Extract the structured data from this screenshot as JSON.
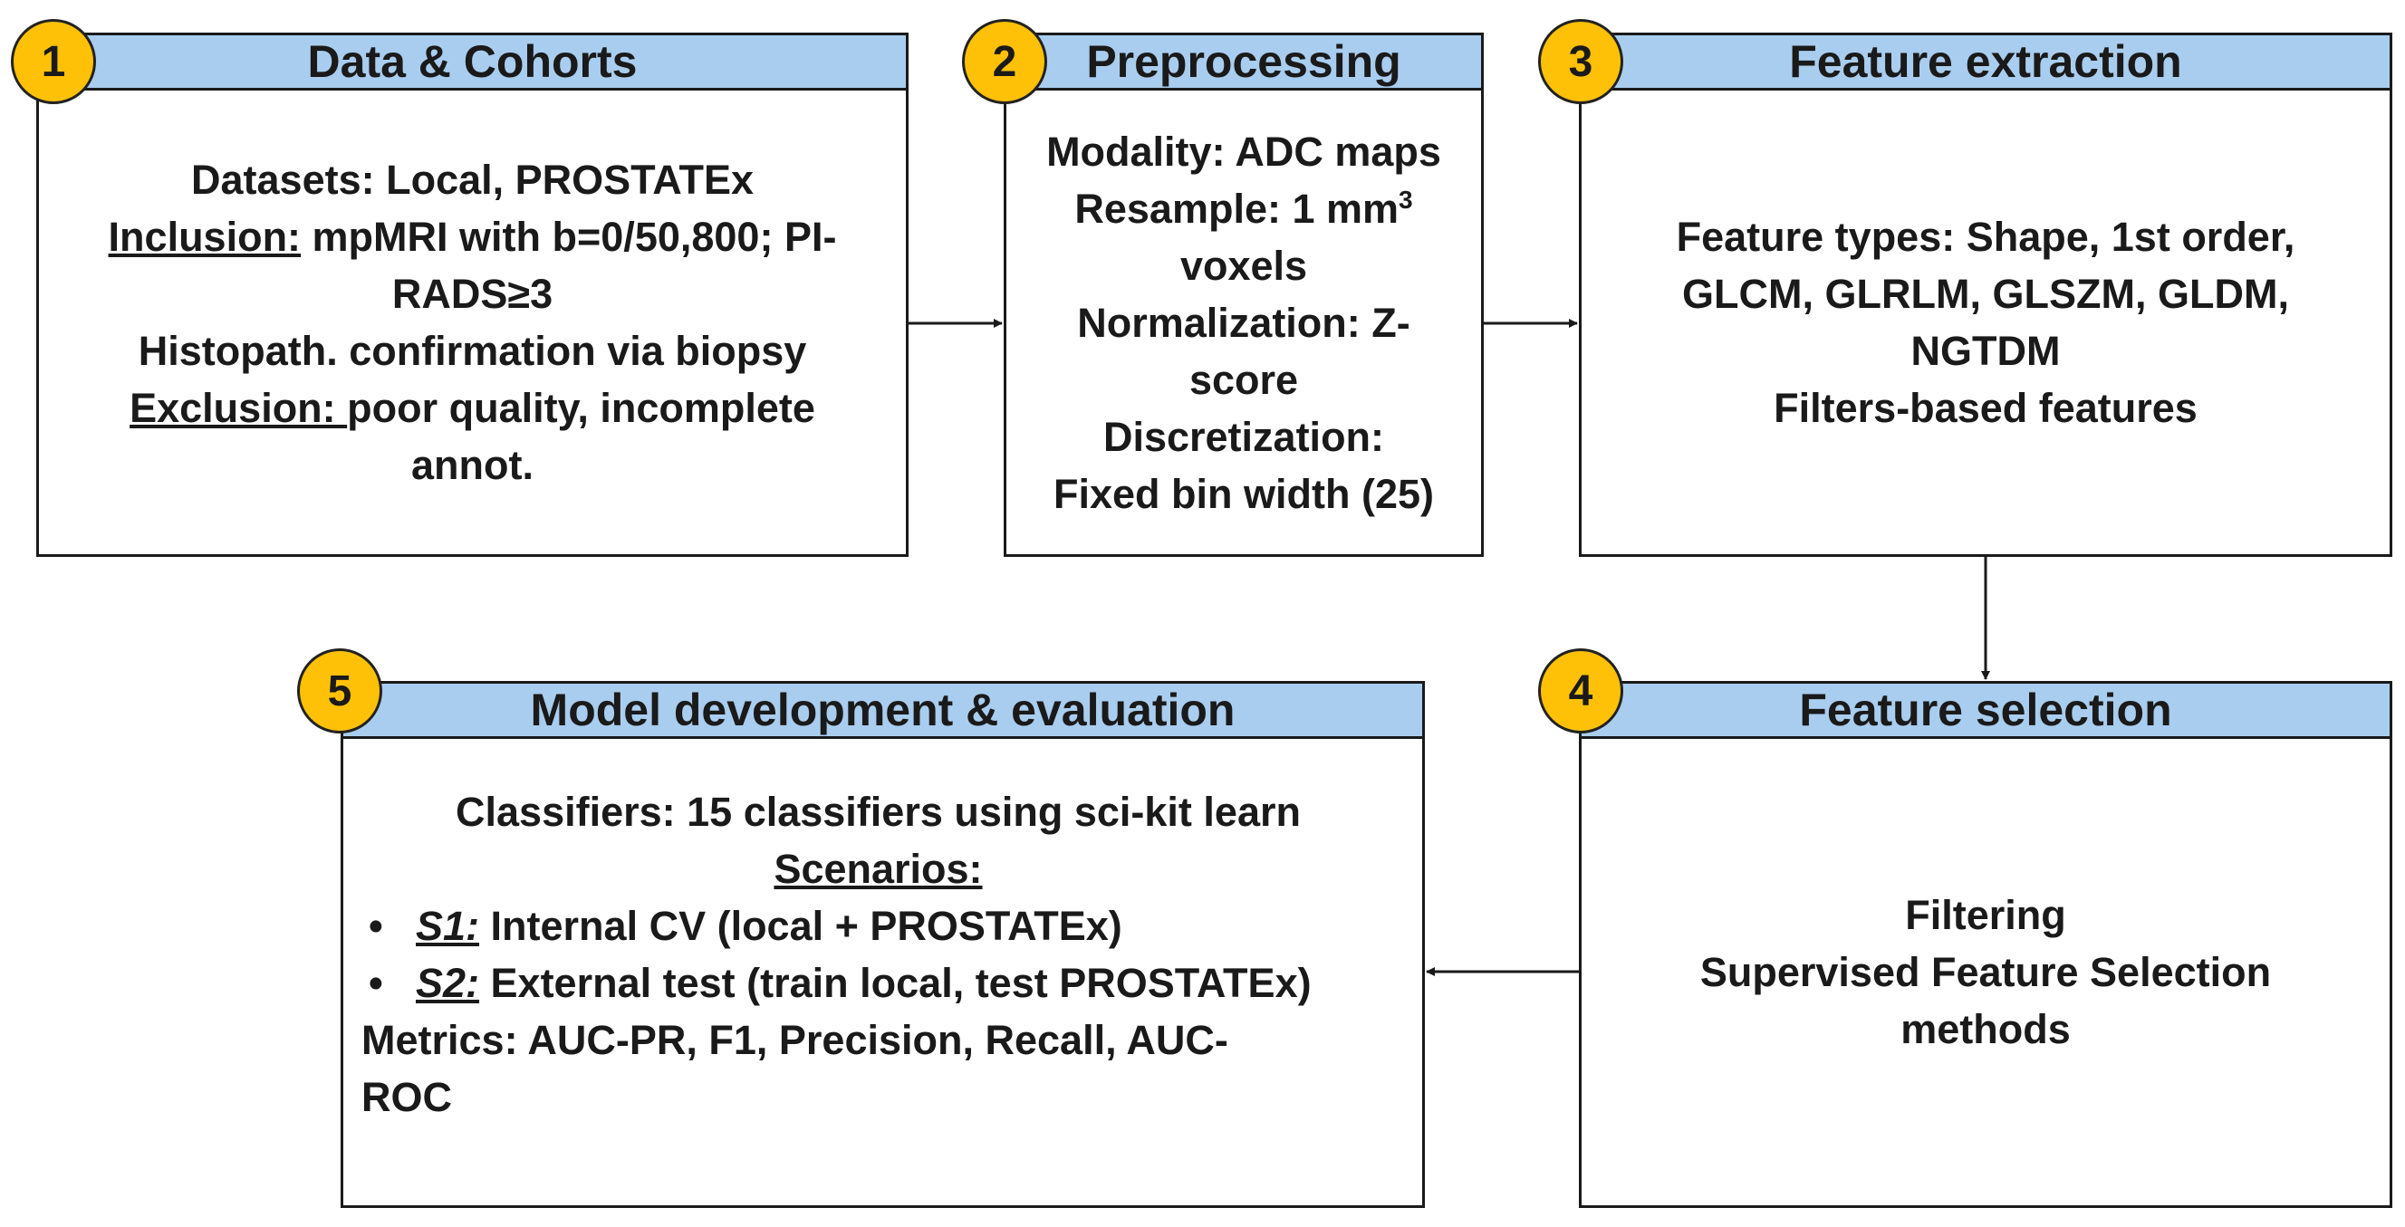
{
  "steps": [
    {
      "number": "1",
      "title": "Data & Cohorts",
      "lines": {
        "datasets": "Datasets: Local, PROSTATEx",
        "inclusion_label": "Inclusion:",
        "inclusion_a": " mpMRI with b=0/50,800; PI-",
        "inclusion_b": "RADS≥3",
        "histopath": "Histopath. confirmation via biopsy",
        "exclusion_label": "Exclusion: ",
        "exclusion_a": "poor quality, incomplete",
        "exclusion_b": "annot."
      }
    },
    {
      "number": "2",
      "title": "Preprocessing",
      "lines": {
        "modality": "Modality: ADC maps",
        "resample": "Resample: 1 mm",
        "resample_sup": "3",
        "resample_b": "voxels",
        "normalization_a": "Normalization: Z-",
        "normalization_b": "score",
        "discretization_a": "Discretization:",
        "discretization_b": "Fixed bin width (25)"
      }
    },
    {
      "number": "3",
      "title": "Feature extraction",
      "lines": {
        "types_a": "Feature types: Shape, 1st order,",
        "types_b": "GLCM, GLRLM, GLSZM, GLDM,",
        "types_c": "NGTDM",
        "filters": "Filters-based features"
      }
    },
    {
      "number": "4",
      "title": "Feature selection",
      "lines": {
        "filtering": "Filtering",
        "supervised_a": "Supervised Feature Selection",
        "supervised_b": "methods"
      }
    },
    {
      "number": "5",
      "title": "Model development & evaluation",
      "lines": {
        "classifiers": "Classifiers: 15 classifiers using sci-kit learn",
        "scenarios": "Scenarios:",
        "bullet": "•",
        "s1_label": "S1:",
        "s1_text": " Internal CV (local + PROSTATEx)",
        "s2_label": "S2:",
        "s2_text": " External test (train local, test PROSTATEx)",
        "metrics_a": "Metrics: AUC-PR, F1, Precision, Recall, AUC-",
        "metrics_b": "ROC"
      }
    }
  ],
  "colors": {
    "header": "#a9cdef",
    "badge": "#ffc107",
    "stroke": "#1a1a1a"
  }
}
